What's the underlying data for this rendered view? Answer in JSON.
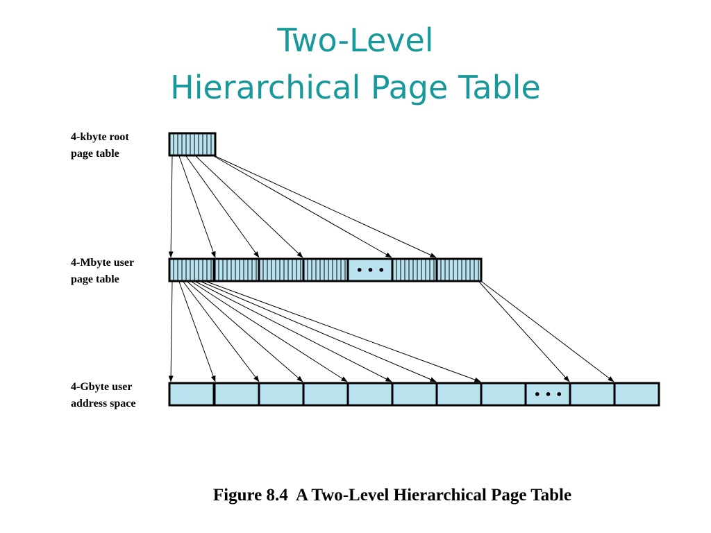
{
  "title": {
    "line1": "Two-Level",
    "line2": "Hierarchical Page Table"
  },
  "levels": {
    "root": {
      "line1": "4-kbyte root",
      "line2": "page table"
    },
    "user_page_table": {
      "line1": "4-Mbyte user",
      "line2": "page table"
    },
    "address_space": {
      "line1": "4-Gbyte user",
      "line2": "address space"
    }
  },
  "ellipsis": "• • •",
  "caption": "Figure 8.4  A Two-Level Hierarchical Page Table",
  "colors": {
    "title": "#17989a",
    "box_fill": "#b9e3ef",
    "outline": "#000000"
  }
}
